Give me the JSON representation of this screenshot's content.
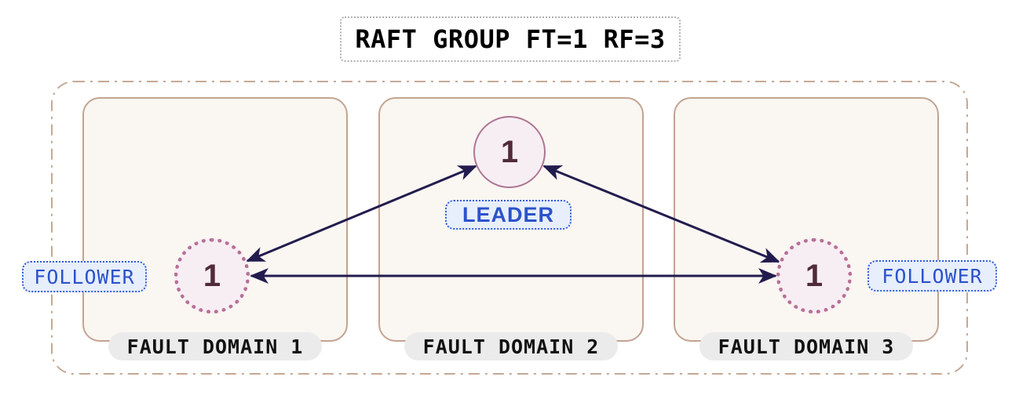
{
  "title": {
    "label": "RAFT GROUP FT=1 RF=3"
  },
  "domains": [
    {
      "label": "FAULT DOMAIN 1"
    },
    {
      "label": "FAULT DOMAIN 2"
    },
    {
      "label": "FAULT DOMAIN 3"
    }
  ],
  "nodes": {
    "leader": {
      "value": "1",
      "role_label": "LEADER",
      "domain": "FAULT DOMAIN 2"
    },
    "follower_left": {
      "value": "1",
      "role_label": "FOLLOWER",
      "domain": "FAULT DOMAIN 1"
    },
    "follower_right": {
      "value": "1",
      "role_label": "FOLLOWER",
      "domain": "FAULT DOMAIN 3"
    }
  },
  "edges": [
    {
      "from": "follower_left",
      "to": "leader",
      "arrows": "both"
    },
    {
      "from": "leader",
      "to": "follower_right",
      "arrows": "both"
    },
    {
      "from": "follower_left",
      "to": "follower_right",
      "arrows": "both"
    }
  ],
  "colors": {
    "container_border": "#c6a894",
    "domain_border": "#c2a492",
    "domain_fill": "#faf6f1",
    "node_fill": "#f7eef3",
    "leader_border": "#ad7595",
    "follower_border": "#b76f97",
    "node_text": "#512b3a",
    "arrow": "#221c4e",
    "role_text": "#2b52cb",
    "role_border": "#2f5ad8",
    "role_fill": "#e7eefc",
    "domain_pill_fill": "#ebebeb",
    "domain_pill_text": "#111111",
    "title_border": "#b0b0b0",
    "title_text": "#000000"
  }
}
